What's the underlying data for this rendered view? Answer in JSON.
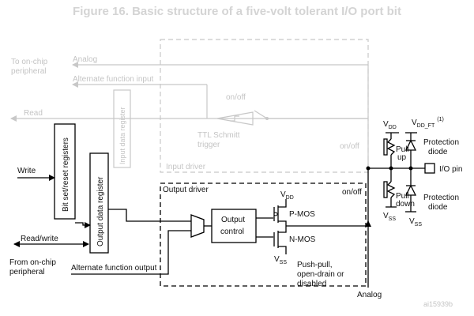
{
  "title": "Figure 16. Basic structure of a five-volt tolerant I/O port bit",
  "labels": {
    "to_onchip_l1": "To on-chip",
    "to_onchip_l2": "peripheral",
    "analog_top": "Analog",
    "alt_func_input": "Alternate function input",
    "read": "Read",
    "input_data_register": "Input data register",
    "onoff_top": "on/off",
    "ttl_l1": "TTL Schmitt",
    "ttl_l2": "trigger",
    "input_driver": "Input driver",
    "onoff_right1": "on/off",
    "write": "Write",
    "bit_set_reset": "Bit set/reset registers",
    "output_data_register": "Output data register",
    "output_driver": "Output driver",
    "onoff_right2": "on/off",
    "read_write": "Read/write",
    "from_onchip_l1": "From on-chip",
    "from_onchip_l2": "peripheral",
    "alt_func_output": "Alternate function output",
    "output_control_l1": "Output",
    "output_control_l2": "control",
    "vdd": "V",
    "vdd_sub": "DD",
    "vss": "V",
    "vss_sub": "SS",
    "pmos": "P-MOS",
    "nmos": "N-MOS",
    "push_l1": "Push-pull,",
    "push_l2": "open-drain or",
    "push_l3": "disabled",
    "analog_bottom": "Analog",
    "vdd_top": "V",
    "vdd_top_sub": "DD",
    "vdd_ft": "V",
    "vdd_ft_sub": "DD_FT",
    "vdd_ft_note": "(1)",
    "pull_up_l1": "Pull",
    "pull_up_l2": "up",
    "pull_down_l1": "Pull",
    "pull_down_l2": "down",
    "vss_left": "V",
    "vss_left_sub": "SS",
    "vss_right": "V",
    "vss_right_sub": "SS",
    "protection_diode1_l1": "Protection",
    "protection_diode1_l2": "diode",
    "protection_diode2_l1": "Protection",
    "protection_diode2_l2": "diode",
    "io_pin": "I/O pin",
    "ref_code": "ai15939b"
  }
}
